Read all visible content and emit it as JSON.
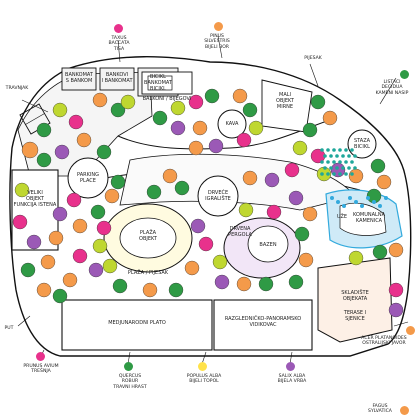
{
  "colors": {
    "orange": "#f49a4a",
    "green": "#2f9a45",
    "yellow_green": "#bfd730",
    "pink": "#e8318c",
    "purple": "#9b59b6",
    "blue": "#33aadd",
    "teal": "#1fa79a",
    "yellow": "#ffe24a",
    "gray_dots": "#9a9a9a"
  },
  "legend": {
    "top_left": "TRAVNJAK",
    "top_pink": "TAXUS\nBACCATA\nTISA",
    "top_orange": "PINUS\nSILVESTRIS\nBIJELI BOR",
    "top_right_path": "PIJESAK",
    "top_right_green": "LISTACI\nDECIDUA\nKAMENI NASIP",
    "right_orange": "ACER PLATANOIDES\nOSTRALIJSKI JAVOR",
    "bottom_left_path": "PUT",
    "bottom_pink": "PRUNUS AVIUM\nTREŠNJA",
    "bottom_green": "QUERCUS\nROBUR\nTRAVNI HRAST",
    "bottom_yellow": "POPULUS ALBA\nBIJELI TOPOL",
    "bottom_purple": "SALIX ALBA\nBIJELA VRBA",
    "bottom_orange": "FAGUS\nSYLVATICA"
  },
  "areas": {
    "veliki_objekt": "VELIKI\nOBJEKT\nFUNKCIJA ISTENA",
    "parking": "PARKING\nPLACE",
    "upper_blocks": [
      "BANKOMAT\nS BANKOM",
      "BANKOVI\nI BANKOMAT",
      "BICIKL BANKOMAT\nBICIKL"
    ],
    "deck": "BALKONI / BIJEGOVI",
    "top_circle": "KAVA",
    "right_top": "MALI\nOBJEKT\nMIRNE",
    "center": "DRVEĆE\nIGRALIŠTE",
    "left_circle": "PLAŽA\nOBJEKT",
    "beach": "PLAŽA / PIJESAK",
    "pergola": "DRVENA\nPERGOLA",
    "pool": "BAZEN",
    "blue_zone": "UŽE",
    "blue_sub": "KOMUNALNA\nKAMENICA",
    "right_circle": "STAZA\nBICIKL",
    "bottom_plaza": "MEDJUNARODNI PLATO",
    "bottom_right_plaza": "RAZGLEDNIČKO-PANORAMSKO\nVIDIKOVAC",
    "bottom_right_text": "SKLADIŠTE\nOBJEKATA",
    "bottom_right_ramp": "TERASE I\nSJENICE"
  }
}
